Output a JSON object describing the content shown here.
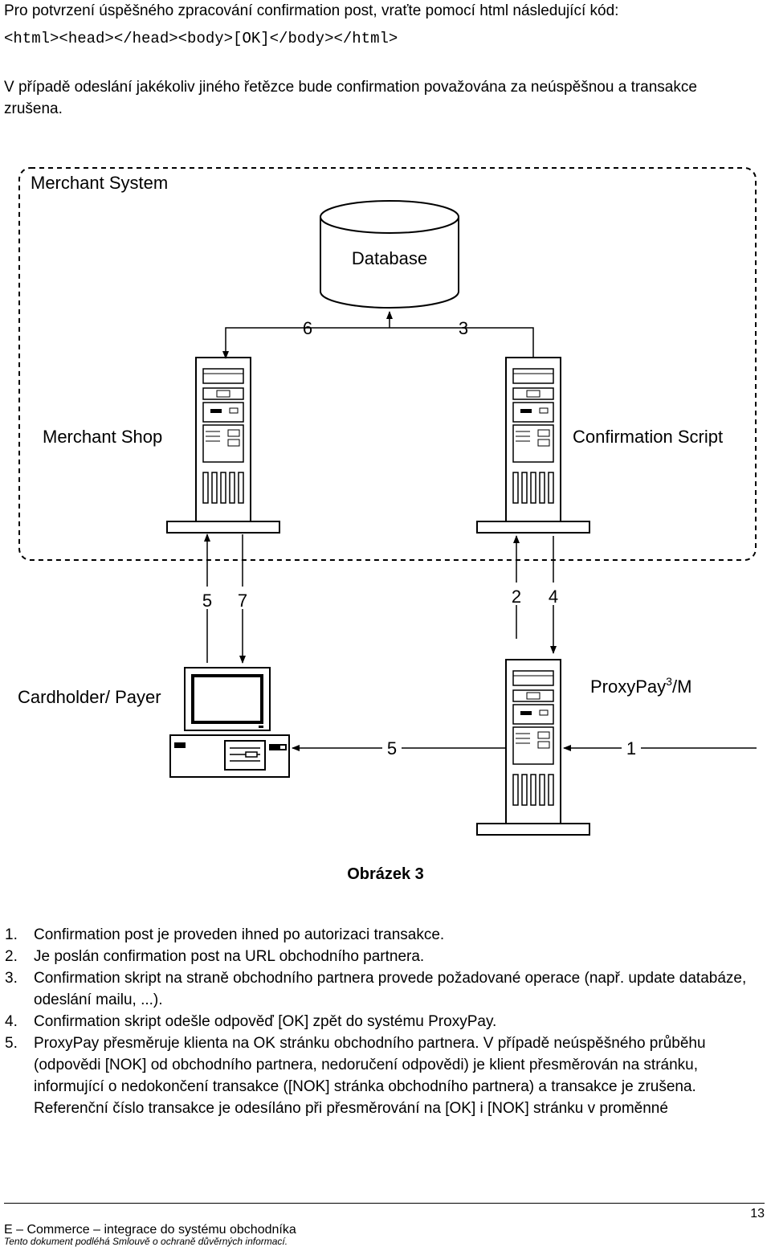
{
  "intro": {
    "line1": "Pro potvrzení úspěšného zpracování confirmation post, vraťte pomocí html následující kód:",
    "code": "<html><head></head><body>[OK]</body></html>",
    "line2": "V případě odeslání jakékoliv jiného řetězce bude confirmation považována za neúspěšnou a transakce zrušena."
  },
  "diagram": {
    "merchant_system_label": "Merchant System",
    "database_label": "Database",
    "merchant_shop_label": "Merchant Shop",
    "confirmation_script_label": "Confirmation Script",
    "cardholder_label": "Cardholder/ Payer",
    "proxypay_label": "ProxyPay",
    "proxypay_sup": "3",
    "proxypay_suffix": "/M",
    "arrow_labels": {
      "a6": "6",
      "a3": "3",
      "a5": "5",
      "a7": "7",
      "a2": "2",
      "a4": "4",
      "h5": "5",
      "h1": "1"
    }
  },
  "caption": "Obrázek 3",
  "steps": [
    {
      "num": "1.",
      "text": "Confirmation post je proveden ihned po autorizaci transakce."
    },
    {
      "num": "2.",
      "text": "Je poslán confirmation post na URL obchodního partnera."
    },
    {
      "num": "3.",
      "text": "Confirmation skript na straně obchodního partnera provede požadované operace (např. update databáze, odeslání mailu, ...)."
    },
    {
      "num": "4.",
      "text": "Confirmation skript odešle odpověď [OK] zpět do systému ProxyPay."
    },
    {
      "num": "5.",
      "text": "ProxyPay přesměruje klienta na OK stránku obchodního partnera. V případě neúspěšného průběhu (odpovědi [NOK] od obchodního partnera, nedoručení odpovědi) je klient přesměrován na stránku, informující o nedokončení transakce ([NOK] stránka obchodního partnera) a transakce je zrušena.",
      "extra": "Referenční číslo transakce je odesíláno při přesměrování na [OK] i [NOK] stránku v proměnné"
    }
  ],
  "footer": {
    "page_number": "13",
    "title": "E – Commerce – integrace do systému obchodníka",
    "note": "Tento dokument podléhá Smlouvě o ochraně důvěrných informací."
  }
}
